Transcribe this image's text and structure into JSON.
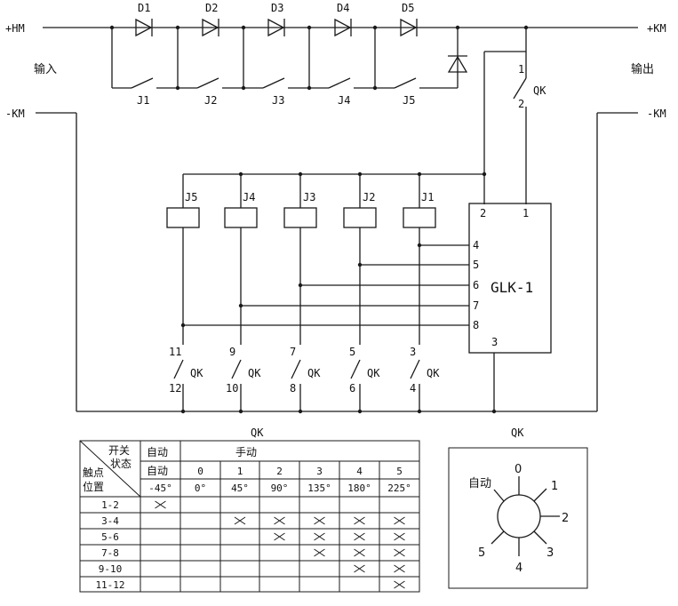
{
  "terminals": {
    "in_pos": "+HM",
    "out_pos": "+KM",
    "in_neg": "-KM",
    "out_neg": "-KM",
    "input": "输入",
    "output": "输出"
  },
  "diodes": [
    "D1",
    "D2",
    "D3",
    "D4",
    "D5"
  ],
  "contacts": [
    "J1",
    "J2",
    "J3",
    "J4",
    "J5"
  ],
  "relays": [
    "J5",
    "J4",
    "J3",
    "J2",
    "J1"
  ],
  "main_switch": {
    "name": "QK",
    "top": "1",
    "bottom": "2"
  },
  "selector_switches": [
    {
      "top": "11",
      "bottom": "12",
      "name": "QK"
    },
    {
      "top": "9",
      "bottom": "10",
      "name": "QK"
    },
    {
      "top": "7",
      "bottom": "8",
      "name": "QK"
    },
    {
      "top": "5",
      "bottom": "6",
      "name": "QK"
    },
    {
      "top": "3",
      "bottom": "4",
      "name": "QK"
    }
  ],
  "controller": {
    "name": "GLK-1",
    "pins": [
      "2",
      "1",
      "4",
      "5",
      "6",
      "7",
      "8",
      "3"
    ]
  },
  "table": {
    "title": "QK",
    "corner_top": "开关",
    "corner_top2": "状态",
    "corner_bottom": "触点",
    "corner_bottom2": "位置",
    "auto": "自动",
    "manual": "手动",
    "positions": [
      "0",
      "1",
      "2",
      "3",
      "4",
      "5"
    ],
    "angles": [
      "-45°",
      "0°",
      "45°",
      "90°",
      "135°",
      "180°",
      "225°"
    ],
    "rows": [
      {
        "contact": "1-2",
        "marks": [
          1,
          0,
          0,
          0,
          0,
          0,
          0
        ]
      },
      {
        "contact": "3-4",
        "marks": [
          0,
          0,
          1,
          1,
          1,
          1,
          1
        ]
      },
      {
        "contact": "5-6",
        "marks": [
          0,
          0,
          0,
          1,
          1,
          1,
          1
        ]
      },
      {
        "contact": "7-8",
        "marks": [
          0,
          0,
          0,
          0,
          1,
          1,
          1
        ]
      },
      {
        "contact": "9-10",
        "marks": [
          0,
          0,
          0,
          0,
          0,
          1,
          1
        ]
      },
      {
        "contact": "11-12",
        "marks": [
          0,
          0,
          0,
          0,
          0,
          0,
          1
        ]
      }
    ]
  },
  "dial": {
    "title": "QK",
    "auto": "自动",
    "labels": [
      "0",
      "1",
      "2",
      "3",
      "4",
      "5"
    ]
  }
}
